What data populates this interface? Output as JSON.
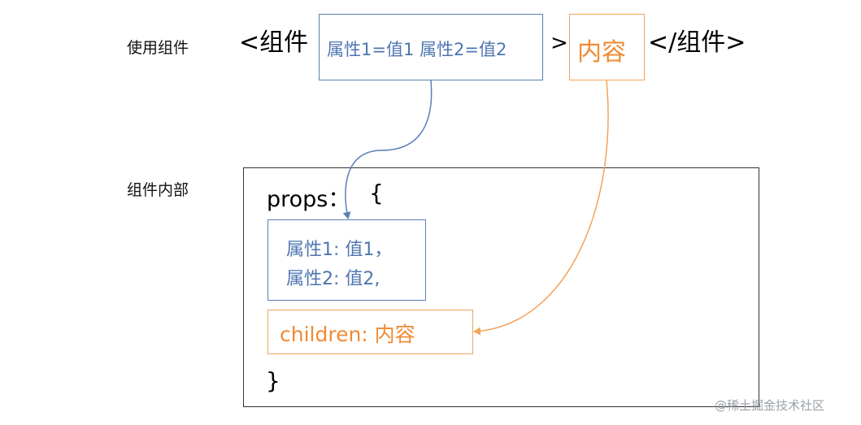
{
  "labels": {
    "use_component": "使用组件",
    "inside_component": "组件内部"
  },
  "top_row": {
    "open_tag": "<组件",
    "props": "属性1=值1 属性2=值2",
    "close_bracket": ">",
    "content": "内容",
    "close_tag": "</组件>"
  },
  "inside": {
    "props_label": "props：",
    "open_brace": "{",
    "prop1": "属性1: 值1，",
    "prop2": "属性2: 值2,",
    "children": "children: 内容",
    "close_brace": "}"
  },
  "watermark": "@稀土掘金技术社区",
  "colors": {
    "blue": "#5a7fb5",
    "orange": "#f3a35b",
    "black": "#333333"
  }
}
